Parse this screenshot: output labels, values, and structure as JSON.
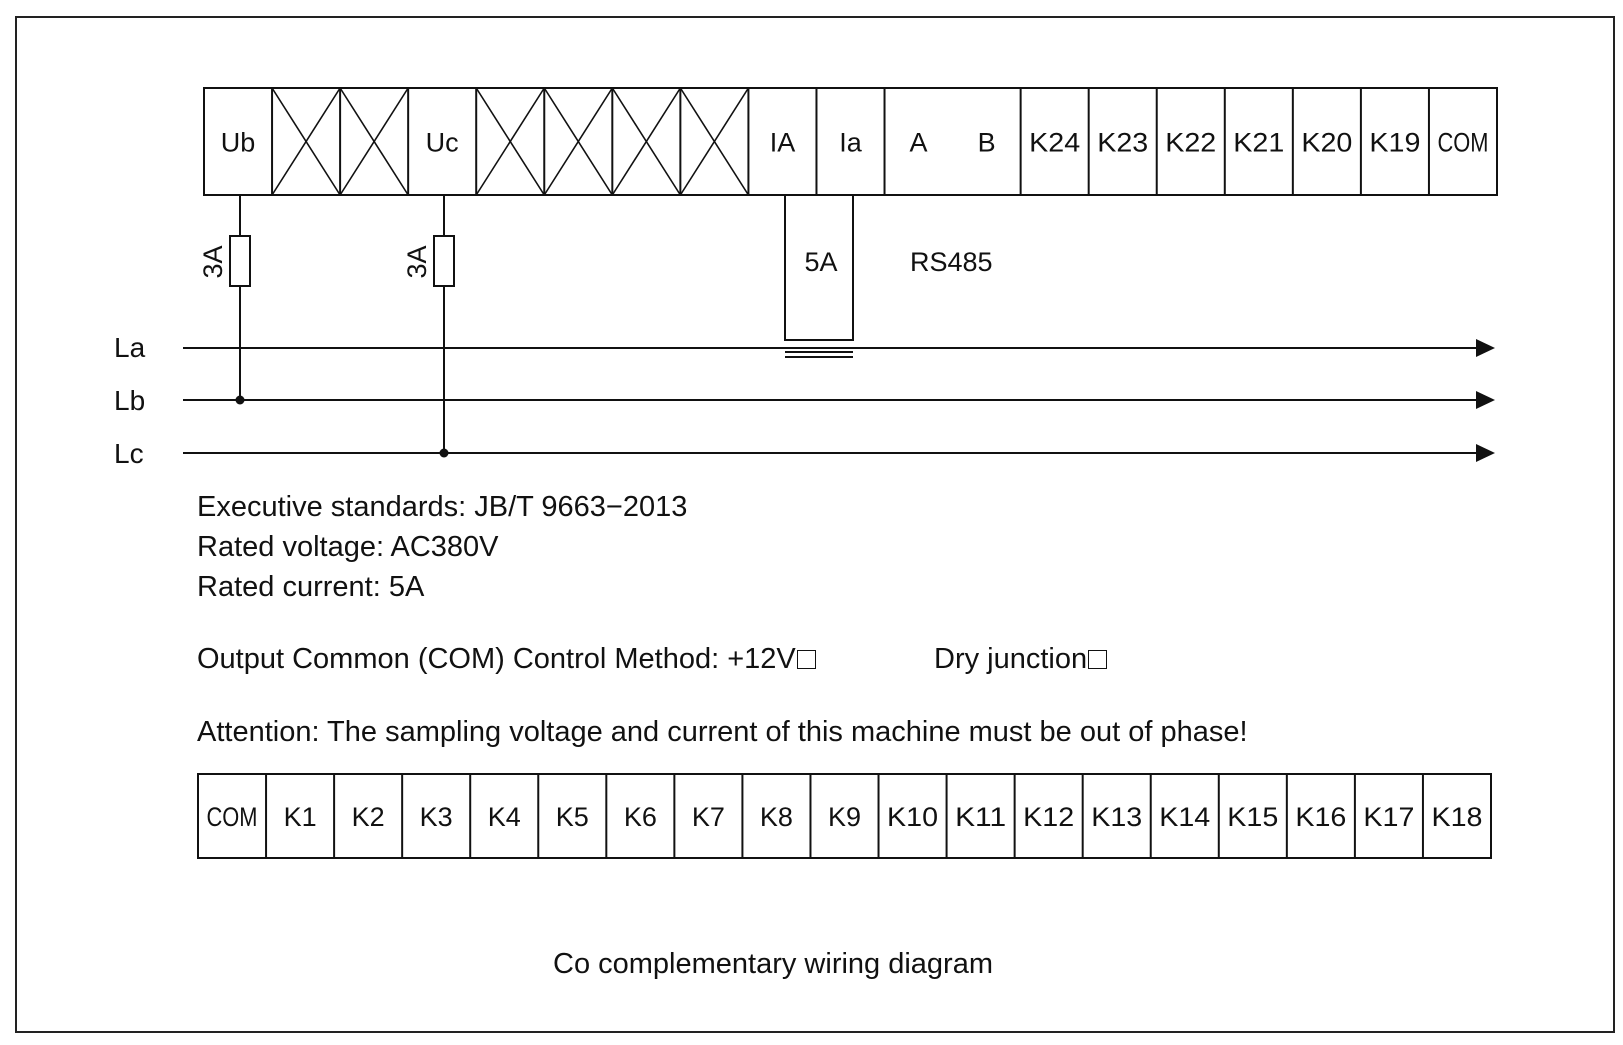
{
  "top_strip": [
    "Ub",
    "",
    "",
    "Uc",
    "",
    "",
    "",
    "",
    "IA",
    "Ia",
    "A",
    "B",
    "K24",
    "K23",
    "K22",
    "K21",
    "K20",
    "K19",
    "COM"
  ],
  "bottom_strip": [
    "COM",
    "K1",
    "K2",
    "K3",
    "K4",
    "K5",
    "K6",
    "K7",
    "K8",
    "K9",
    "K10",
    "K11",
    "K12",
    "K13",
    "K14",
    "K15",
    "K16",
    "K17",
    "K18"
  ],
  "fuse_ub": "3A",
  "fuse_uc": "3A",
  "ct_label": "5A",
  "rs485_label": "RS485",
  "lines": [
    "La",
    "Lb",
    "Lc"
  ],
  "info": {
    "standards": "Executive standards: JB/T 9663−2013",
    "voltage": "Rated voltage: AC380V",
    "current": "Rated current: 5A",
    "control_method": "Output Common (COM) Control Method: +12V",
    "dry_junction": "Dry junction",
    "attention": "Attention: The sampling voltage and current of this machine must be out of phase!"
  },
  "caption": "Co complementary wiring diagram"
}
